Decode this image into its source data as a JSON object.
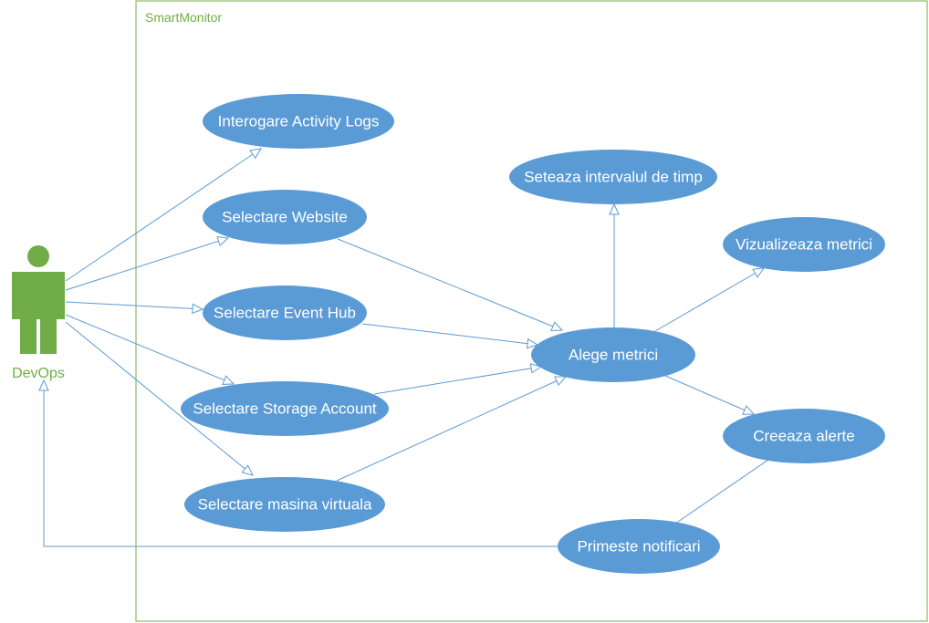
{
  "colors": {
    "boundary": "#70ad47",
    "actor": "#70ad47",
    "usecase_fill": "#5b9bd5",
    "usecase_text": "#ffffff",
    "connector": "#5b9bd5"
  },
  "system": {
    "title": "SmartMonitor"
  },
  "actor": {
    "label": "DevOps",
    "icon": "person-icon"
  },
  "use_cases": {
    "activity_logs": "Interogare Activity Logs",
    "website": "Selectare Website",
    "event_hub": "Selectare Event Hub",
    "storage_account": "Selectare Storage Account",
    "virtual_machine": "Selectare masina virtuala",
    "choose_metrics": "Alege metrici",
    "time_interval": "Seteaza intervalul de timp",
    "view_metrics": "Vizualizeaza metrici",
    "create_alerts": "Creeaza alerte",
    "receive_notifications": "Primeste notificari"
  }
}
